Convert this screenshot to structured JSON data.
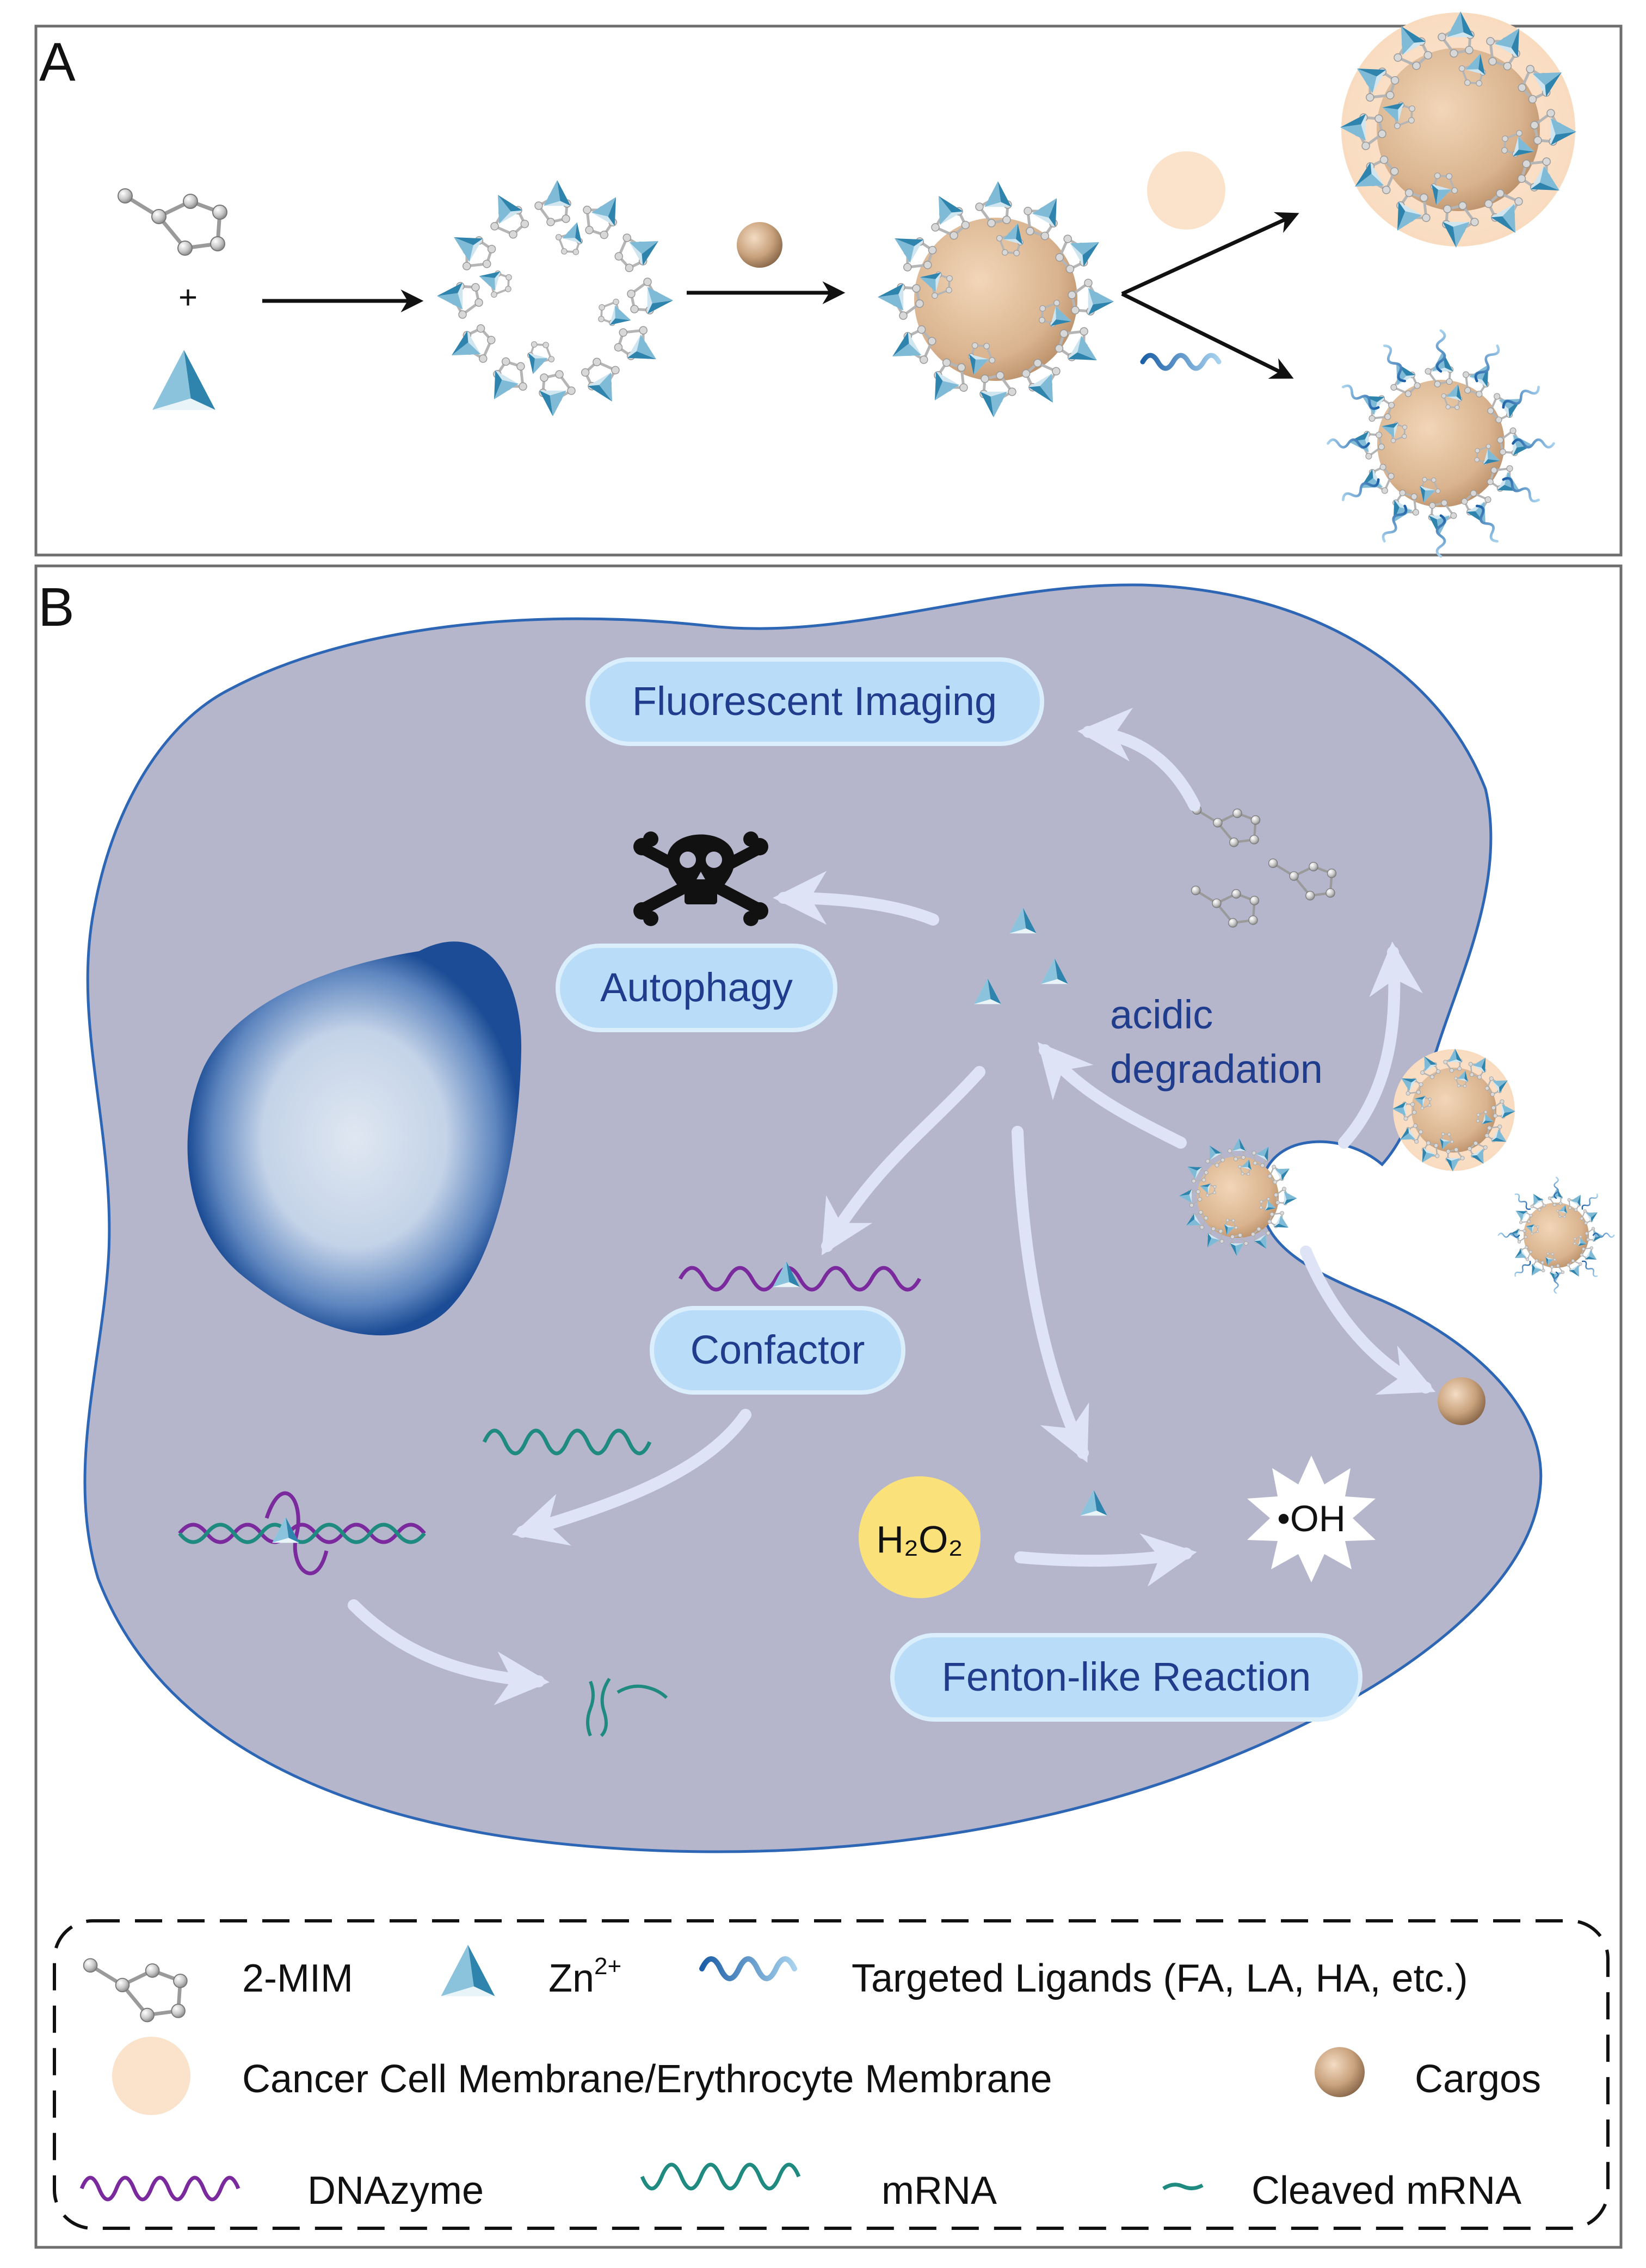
{
  "panels": {
    "a_label": "A",
    "b_label": "B"
  },
  "panel_a": {
    "plus_sign": "+"
  },
  "panel_b": {
    "pills": {
      "fluorescent_imaging": "Fluorescent Imaging",
      "autophagy": "Autophagy",
      "confactor": "Confactor",
      "fenton_like_reaction": "Fenton-like Reaction"
    },
    "acidic_line1": "acidic",
    "acidic_line2": "degradation",
    "h2o2_label": "H₂O₂",
    "oh_label": "•OH"
  },
  "legend": {
    "mim": "2-MIM",
    "zn_base": "Zn",
    "zn_sup": "2+",
    "targeted_ligands": "Targeted Ligands (FA, LA, HA, etc.)",
    "membrane": "Cancer Cell Membrane/Erythrocyte Membrane",
    "cargos": "Cargos",
    "dnazyme": "DNAzyme",
    "mrna": "mRNA",
    "cleaved_mrna": "Cleaved mRNA"
  },
  "colors": {
    "cell_fill": "#b5b6cc",
    "cell_outline": "#2d66b4",
    "pill_fill": "#b9dcf8",
    "pill_stroke": "#dbeefc",
    "pill_text": "#1f3d8c",
    "cargo": "#bf9a76",
    "membrane": "#fbe2cb",
    "zn_teal": "#3d8fb5",
    "dnazyme": "#7b2a9e",
    "mrna": "#1f8a80",
    "h2o2": "#fbe17a"
  }
}
